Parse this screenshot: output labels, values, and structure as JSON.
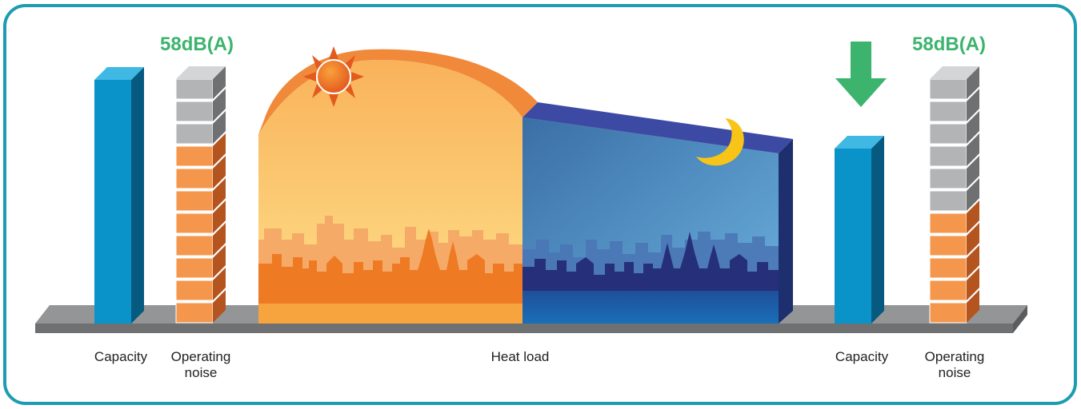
{
  "left_group": {
    "noise_value": "58dB(A)",
    "capacity_label": "Capacity",
    "noise_label_line1": "Operating",
    "noise_label_line2": "noise",
    "noise_stack": {
      "gray_blocks": 3,
      "orange_blocks": 8
    }
  },
  "center": {
    "label": "Heat load",
    "day_icon": "sun-icon",
    "night_icon": "moon-icon"
  },
  "right_group": {
    "noise_value": "58dB(A)",
    "capacity_label": "Capacity",
    "noise_label_line1": "Operating",
    "noise_label_line2": "noise",
    "reduction_icon": "down-arrow-icon",
    "noise_stack": {
      "gray_blocks": 6,
      "orange_blocks": 5
    }
  },
  "colors": {
    "frame": "#1d9bb0",
    "capacity_bar": "#0a93c8",
    "noise_gray": "#b2b4b6",
    "noise_orange": "#f5964d",
    "db_text": "#3cb46e",
    "arrow": "#3cb46e",
    "floor": "#8a8c8e"
  }
}
